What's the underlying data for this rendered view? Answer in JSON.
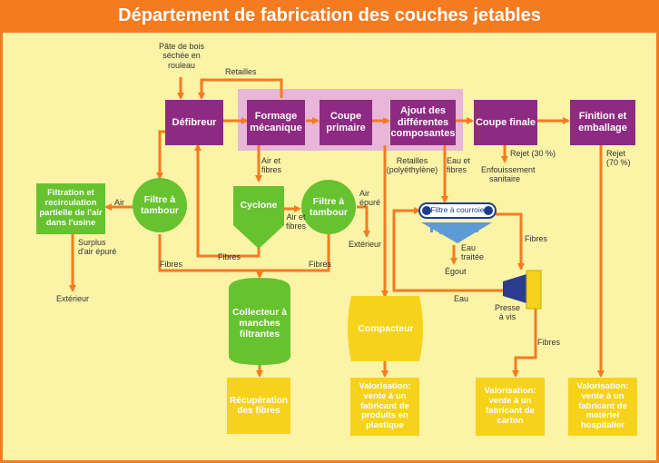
{
  "title": "Département de fabrication des couches jetables",
  "nodes": {
    "defibreur": "Défibreur",
    "formage": "Formage mécanique",
    "coupe_primaire": "Coupe primaire",
    "ajout": "Ajout des différentes composantes",
    "coupe_finale": "Coupe finale",
    "finition": "Finition et emballage",
    "filtration": "Filtration et recirculation partielle de l'air dans l'usine",
    "filtre_tambour_1": "Filtre à tambour",
    "cyclone": "Cyclone",
    "filtre_tambour_2": "Filtre à tambour",
    "collecteur": "Collecteur à manches filtrantes",
    "compacteur": "Compacteur",
    "filtre_courroie": "Filtre à courroie",
    "recuperation": "Récupération des fibres",
    "valorisation_plastique": "Valorisation: vente à un fabricant de produits en plastique",
    "valorisation_carton": "Valorisation: vente à un fabricant de carton",
    "valorisation_hospitalier": "Valorisation: vente à un fabricant de matériel hospitalier"
  },
  "labels": {
    "pate": "Pâte de bois séchée en rouleau",
    "retailles_top": "Retailles",
    "air_1": "Air",
    "air_fibres_1": "Air et fibres",
    "air_fibres_2": "Air et fibres",
    "air_epure": "Air épuré",
    "exterieur_1": "Extérieur",
    "surplus": "Surplus d'air épuré",
    "exterieur_2": "Extérieur",
    "fibres_1": "Fibres",
    "fibres_2": "Fibres",
    "fibres_3": "Fibres",
    "fibres_4": "Fibres",
    "fibres_5": "Fibres",
    "retailles_poly": "Retailles (polyéthylène)",
    "eau_fibres": "Eau et fibres",
    "rejet_30": "Rejet (30 %)",
    "enfouissement": "Enfouissement sanitaire",
    "rejet_70": "Rejet (70 %)",
    "eau_traitee": "Eau traitée",
    "egout": "Égout",
    "eau": "Eau",
    "presse": "Presse à vis"
  },
  "colors": {
    "orange": "#f47b20",
    "purple": "#8e2a82",
    "green": "#66c22f",
    "yellow": "#f6d31a",
    "background": "#fbf3a6",
    "highlight": "#e8b6d8"
  }
}
